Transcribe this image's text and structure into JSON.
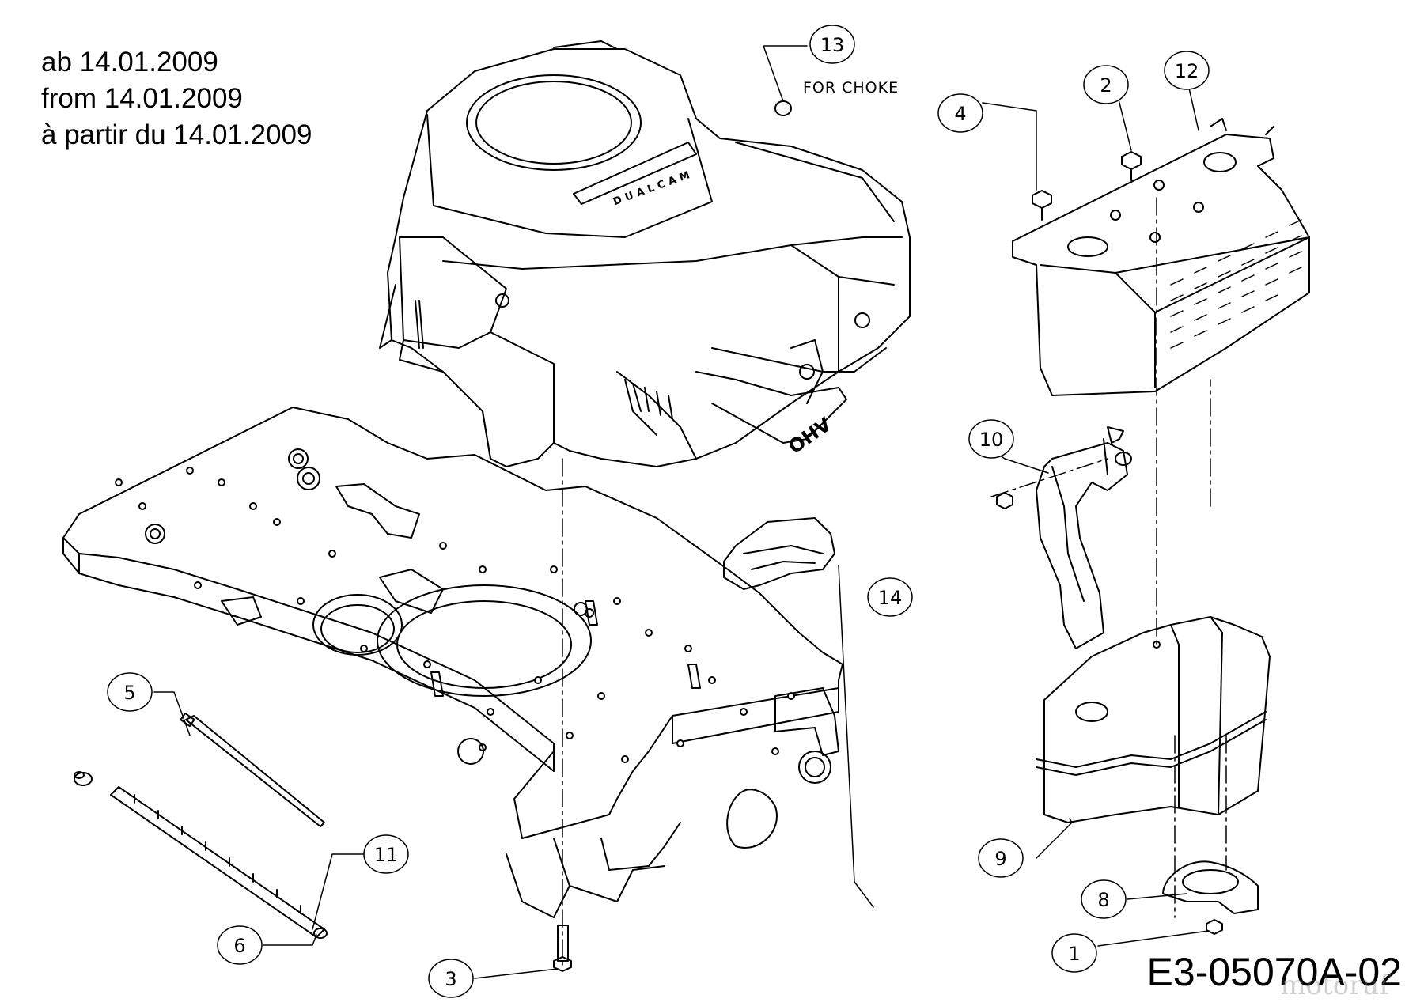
{
  "header": {
    "dates": [
      "ab 14.01.2009",
      "from 14.01.2009",
      "à partir du 14.01.2009"
    ]
  },
  "drawing_code": "E3-05070A-02",
  "watermark": "motoruf",
  "engine_labels": {
    "brand": "DUALCAM",
    "type": "OHV"
  },
  "callouts": [
    {
      "id": "1",
      "part": "bolt"
    },
    {
      "id": "2",
      "part": "nut"
    },
    {
      "id": "3",
      "part": "bolt"
    },
    {
      "id": "4",
      "part": "nut"
    },
    {
      "id": "5",
      "part": "cable-tie"
    },
    {
      "id": "6",
      "part": "clamp"
    },
    {
      "id": "8",
      "part": "muffler-flange"
    },
    {
      "id": "9",
      "part": "muffler"
    },
    {
      "id": "10",
      "part": "exhaust-pipe"
    },
    {
      "id": "11",
      "part": "hose"
    },
    {
      "id": "12",
      "part": "heat-shield"
    },
    {
      "id": "13",
      "part": "choke-knob"
    },
    {
      "id": "14",
      "part": "exhaust-guard"
    }
  ],
  "annotations": {
    "choke": "FOR CHOKE"
  }
}
